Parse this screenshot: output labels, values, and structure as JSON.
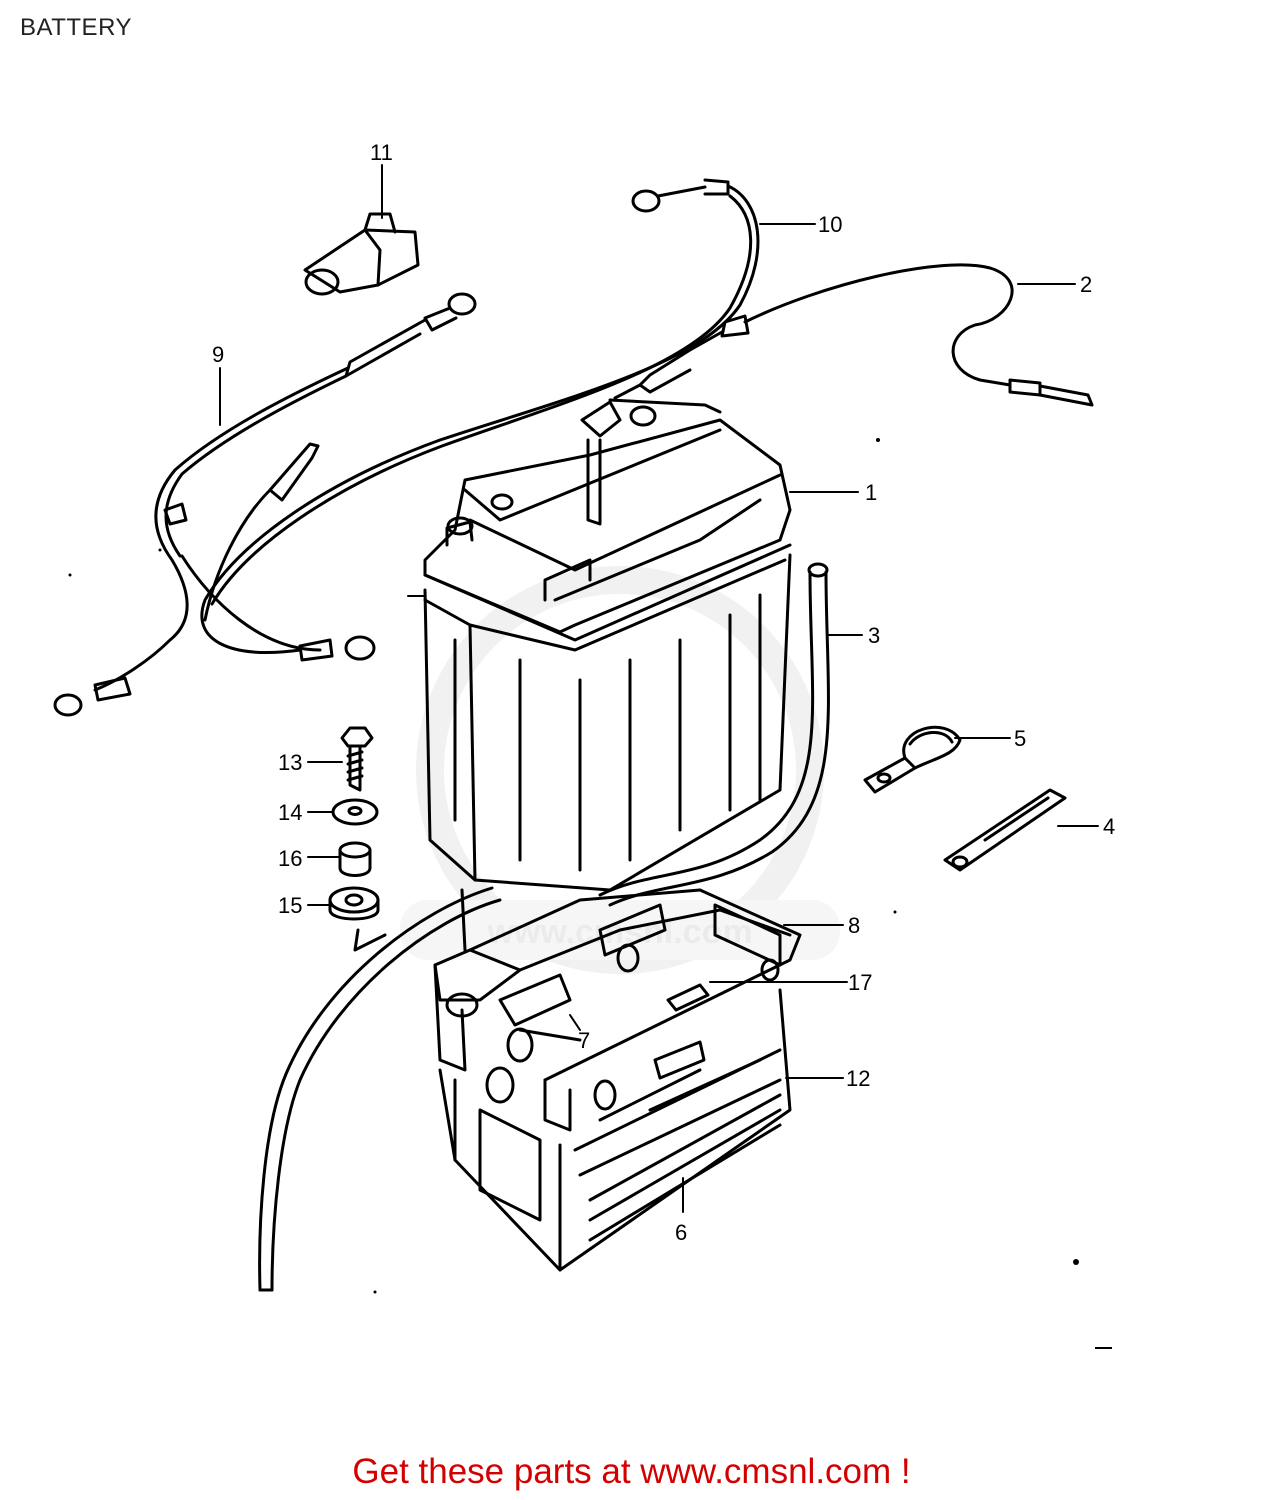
{
  "title": "BATTERY",
  "watermark": "www.cmsnl.com",
  "callouts": [
    {
      "id": "1",
      "text": "1"
    },
    {
      "id": "2",
      "text": "2"
    },
    {
      "id": "3",
      "text": "3"
    },
    {
      "id": "4",
      "text": "4"
    },
    {
      "id": "5",
      "text": "5"
    },
    {
      "id": "6",
      "text": "6"
    },
    {
      "id": "7",
      "text": "7"
    },
    {
      "id": "8",
      "text": "8"
    },
    {
      "id": "9",
      "text": "9"
    },
    {
      "id": "10",
      "text": "10"
    },
    {
      "id": "11",
      "text": "11"
    },
    {
      "id": "12",
      "text": "12"
    },
    {
      "id": "13",
      "text": "13"
    },
    {
      "id": "14",
      "text": "14"
    },
    {
      "id": "15",
      "text": "15"
    },
    {
      "id": "16",
      "text": "16"
    },
    {
      "id": "17",
      "text": "17"
    }
  ],
  "footer": "Get these parts at www.cmsnl.com !",
  "colors": {
    "line": "#000000",
    "footer": "#d40000",
    "watermark": "#e6e6e6"
  }
}
